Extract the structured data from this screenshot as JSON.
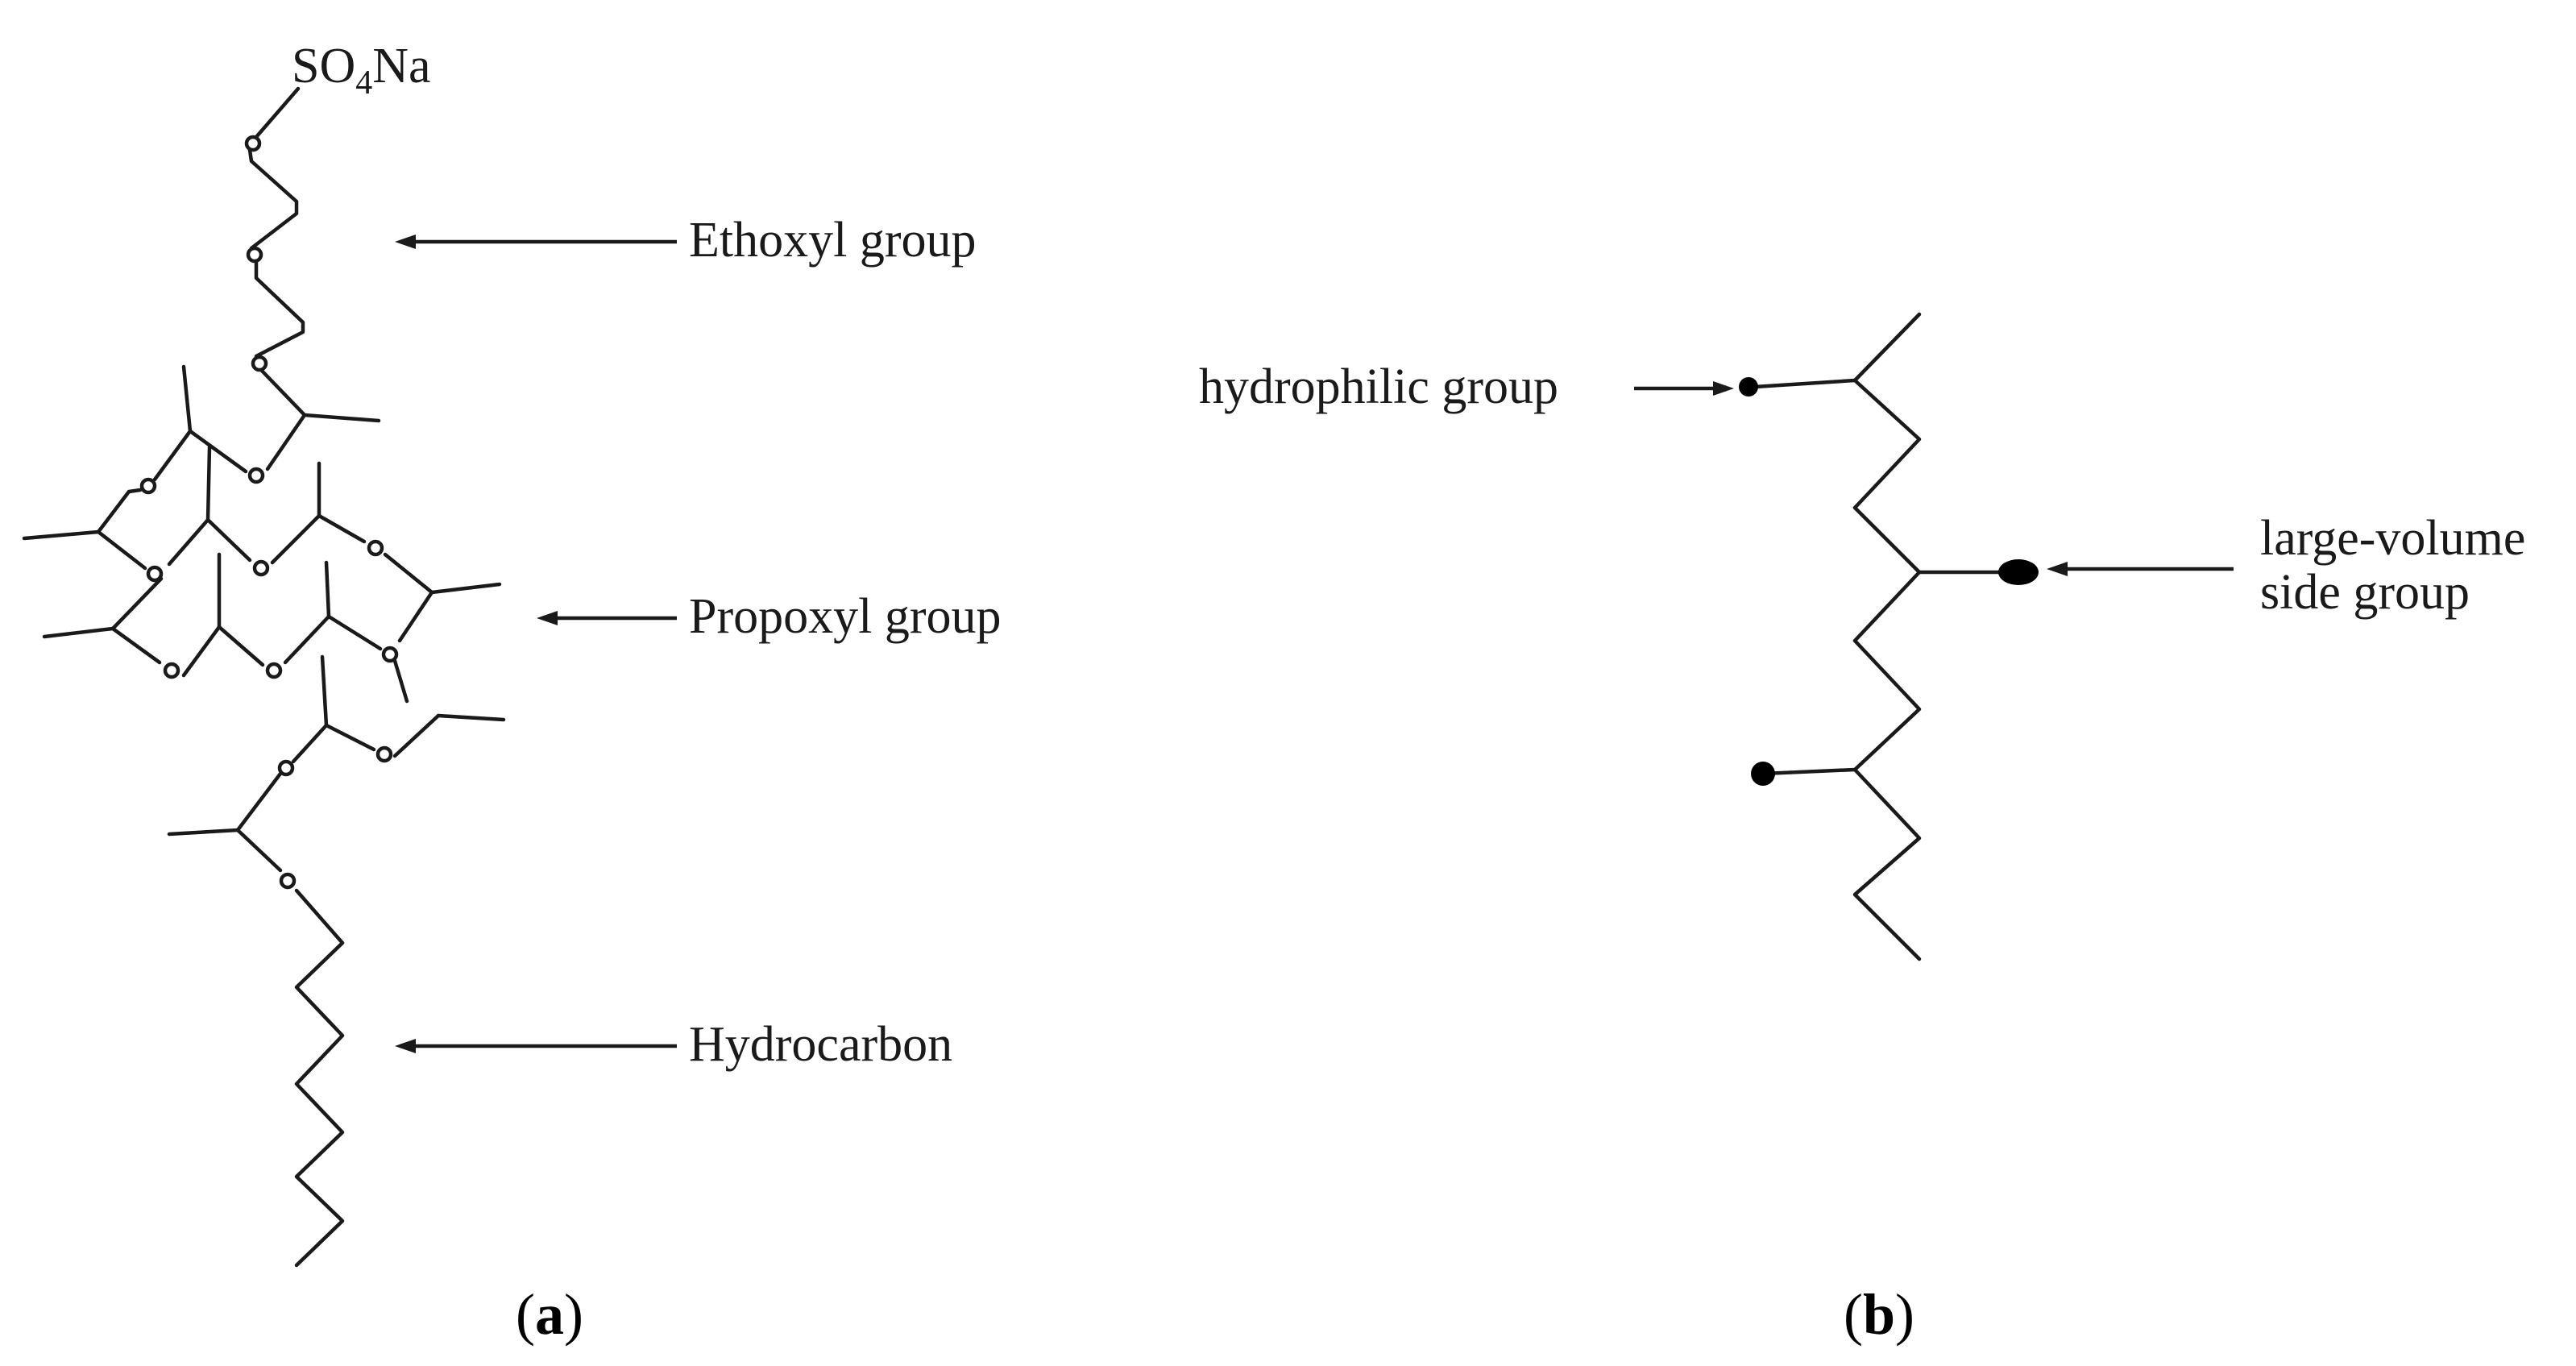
{
  "panel_a": {
    "head_group": {
      "prefix": "SO",
      "subscript": "4",
      "suffix": "Na"
    },
    "labels": {
      "ethoxyl": "Ethoxyl group",
      "propoxyl": "Propoxyl group",
      "hydrocarbon": "Hydrocarbon"
    },
    "caption": {
      "open": "(",
      "letter": "a",
      "close": ")"
    }
  },
  "panel_b": {
    "labels": {
      "hydrophilic": "hydrophilic group",
      "side_line1": "large-volume",
      "side_line2": "side group"
    },
    "caption": {
      "open": "(",
      "letter": "b",
      "close": ")"
    }
  },
  "colors": {
    "ink": "#1a1a1a",
    "background": "#ffffff"
  }
}
